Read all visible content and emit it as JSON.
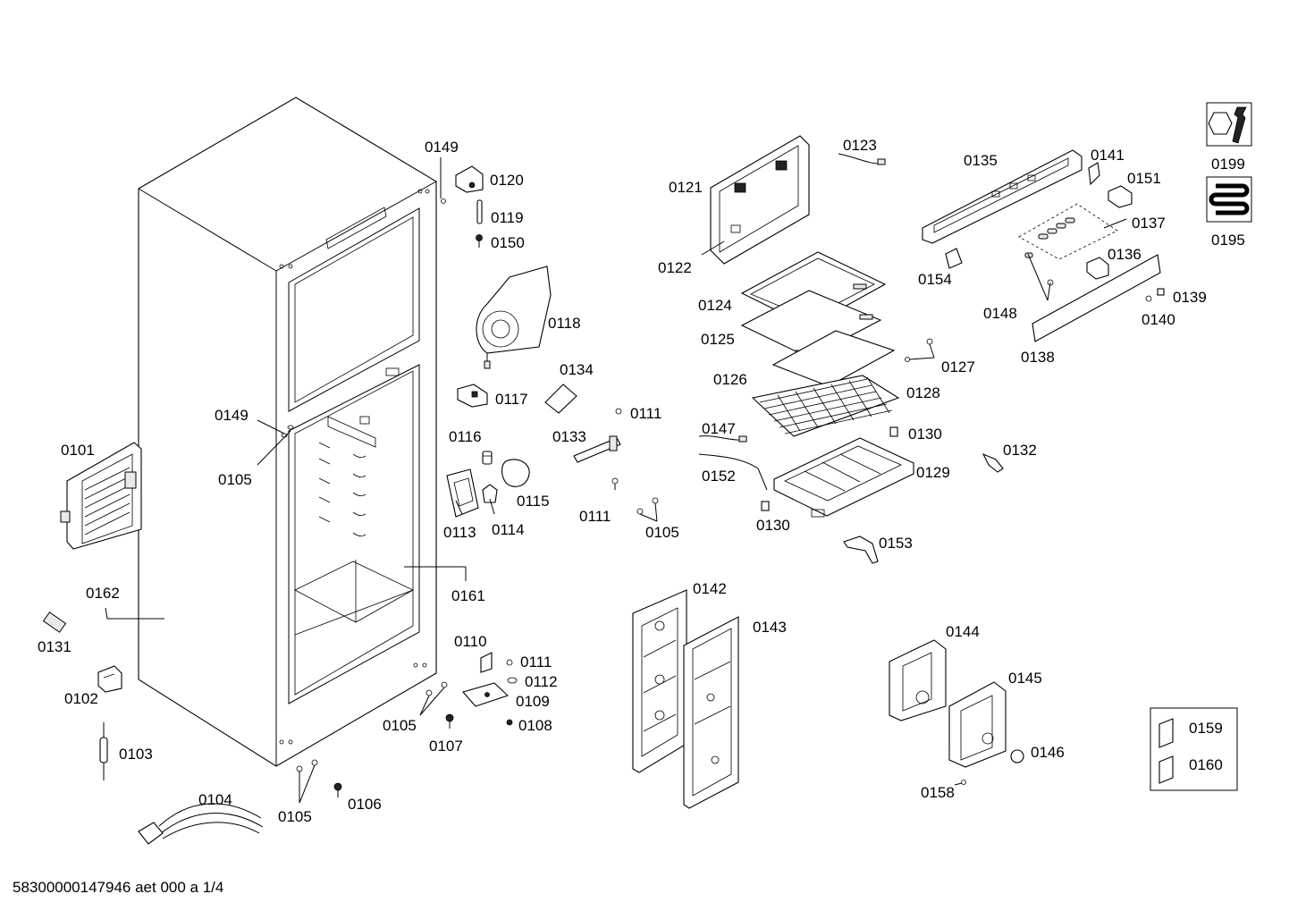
{
  "footer": "58300000147946 aet 000 a 1/4",
  "labels": [
    "0101",
    "0102",
    "0103",
    "0104",
    "0105",
    "0105",
    "0105",
    "0105",
    "0105",
    "0106",
    "0107",
    "0108",
    "0109",
    "0110",
    "0111",
    "0111",
    "0111",
    "0112",
    "0113",
    "0114",
    "0115",
    "0116",
    "0117",
    "0118",
    "0119",
    "0120",
    "0121",
    "0122",
    "0123",
    "0124",
    "0125",
    "0126",
    "0127",
    "0128",
    "0129",
    "0130",
    "0130",
    "0131",
    "0132",
    "0133",
    "0134",
    "0135",
    "0136",
    "0137",
    "0138",
    "0139",
    "0140",
    "0141",
    "0142",
    "0143",
    "0144",
    "0145",
    "0146",
    "0147",
    "0148",
    "0149",
    "0149",
    "0150",
    "0151",
    "0152",
    "0153",
    "0154",
    "0158",
    "0159",
    "0160",
    "0161",
    "0162",
    "0195",
    "0199"
  ],
  "icons": [
    "wrench-nut-icon",
    "condenser-coil-icon"
  ],
  "colors": {
    "line": "#000000",
    "background": "#ffffff"
  }
}
